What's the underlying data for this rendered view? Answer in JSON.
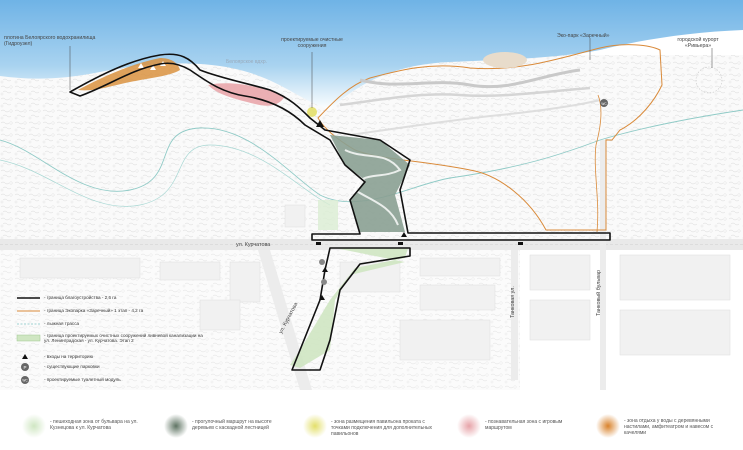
{
  "labels": {
    "dam": "плотина Белоярского водохранилища (Гидроузел)",
    "treatment": "проектируемые очистные сооружения",
    "ecopark": "Эко-парк «Заречный»",
    "resort": "городской курорт «Ривьера»",
    "reservoir": "Белоярское вдхр."
  },
  "streets": {
    "kurchatova_main": "ул. Курчатова",
    "kurchatova_diag": "ул. Курчатова",
    "tankovskaya": "Танковая ул.",
    "tankovy_blvd": "Танковый бульвар"
  },
  "legend": [
    {
      "text": "- граница благоустройства - 2,6 га",
      "sym": "black-line"
    },
    {
      "text": "- граница Экопарка «Заречный» 1 этап - 4,2 га",
      "sym": "orange-line"
    },
    {
      "text": "- лыжная трасса",
      "sym": "dashed-line"
    },
    {
      "text": "- граница проектируемых очистных сооружений ливневой канализации на ул. Ленинградская - ул. Курчатова. Этап 2",
      "sym": "green-rect"
    },
    {
      "text": "- входы на территорию",
      "sym": "triangle"
    },
    {
      "text": "- существующие парковки",
      "sym": "parking-icon",
      "icon": "P"
    },
    {
      "text": "- проектируемые туалетный модуль",
      "sym": "wc-icon",
      "icon": "WC"
    }
  ],
  "zones": [
    {
      "text": "- пешеходная зона от бульвара на ул. Кузнецова к ул. Курчатова",
      "color": "#cfe6c2"
    },
    {
      "text": "- прогулочный маршрут на высоте деревьев с каскадной лестницей",
      "color": "#6f8472"
    },
    {
      "text": "- зона размещения павильона проката с точками подключения для дополнительных павильонов",
      "color": "#e3df6a"
    },
    {
      "text": "- познавательная зона с игровым маршрутом",
      "color": "#e7a3a8"
    },
    {
      "text": "- зона отдыха у воды с деревянными настилами, амфитеатром и навесом с качелями",
      "color": "#d9822b"
    }
  ],
  "colors": {
    "water": "#8cc3ea",
    "boundary": "#111111",
    "ecopark": "#d98a3a",
    "ski": "#7fc4c2",
    "greenzone": "#cfe6c2",
    "darkgreen": "#7f9686",
    "pink": "#e9a6ab",
    "orangezone": "#d9923f"
  }
}
